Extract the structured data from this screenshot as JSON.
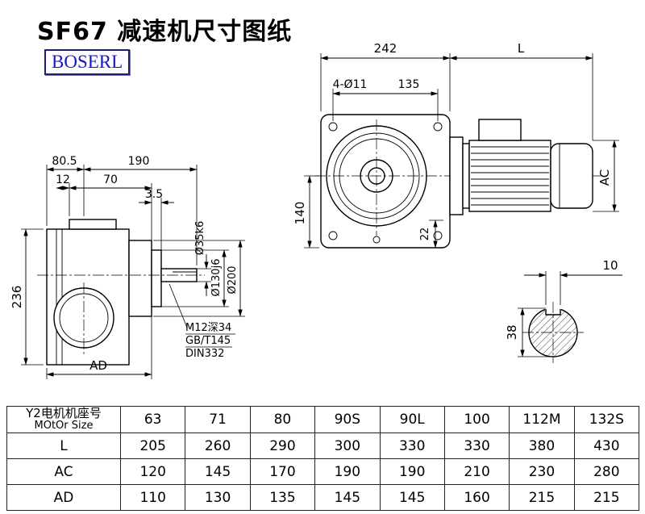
{
  "title": "SF67 减速机尺寸图纸",
  "logo": "BOSERL",
  "views": {
    "front": {
      "dim_242": "242",
      "dim_L": "L",
      "dim_holes": "4-Ø11",
      "dim_135": "135",
      "dim_140": "140",
      "dim_22": "22",
      "dim_AC": "AC"
    },
    "side": {
      "dim_80_5": "80.5",
      "dim_190": "190",
      "dim_12": "12",
      "dim_70": "70",
      "dim_3_5": "3.5",
      "dim_236": "236",
      "dim_AD": "AD",
      "dia_shaft": "Ø35k6",
      "dia_spigot": "Ø130j6",
      "dia_flange": "Ø200",
      "note_tap": "M12深34",
      "note_gb": "GB/T145",
      "note_din": "DIN332"
    },
    "shaft_section": {
      "dim_10": "10",
      "dim_38": "38"
    }
  },
  "table": {
    "motor_header_cn": "Y2电机机座号",
    "motor_header_en": "MOtOr Size",
    "sizes": [
      "63",
      "71",
      "80",
      "90S",
      "90L",
      "100",
      "112M",
      "132S"
    ],
    "rows": [
      {
        "label": "L",
        "values": [
          "205",
          "260",
          "290",
          "300",
          "330",
          "330",
          "380",
          "430"
        ]
      },
      {
        "label": "AC",
        "values": [
          "120",
          "145",
          "170",
          "190",
          "190",
          "210",
          "230",
          "280"
        ]
      },
      {
        "label": "AD",
        "values": [
          "110",
          "130",
          "135",
          "145",
          "145",
          "160",
          "215",
          "215"
        ]
      }
    ]
  }
}
